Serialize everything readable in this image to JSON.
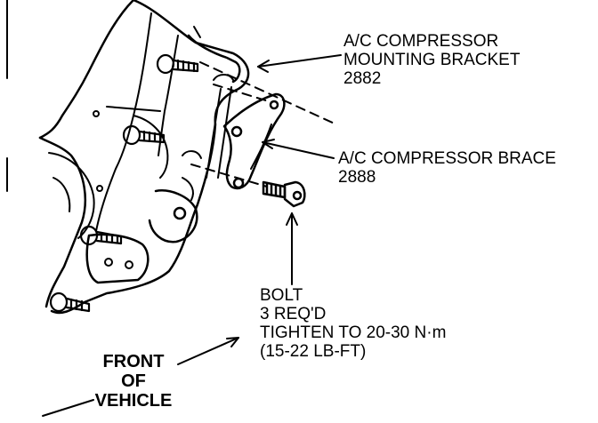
{
  "labels": {
    "bracket": {
      "line1": "A/C COMPRESSOR",
      "line2": "MOUNTING BRACKET",
      "line3": "2882"
    },
    "brace": {
      "line1": "A/C COMPRESSOR BRACE",
      "line2": "2888"
    },
    "bolt": {
      "line1": "BOLT",
      "line2": "3 REQ'D",
      "line3": "TIGHTEN TO 20-30 N·m",
      "line4": "(15-22 LB-FT)"
    },
    "front": {
      "line1": "FRONT",
      "line2": "OF",
      "line3": "VEHICLE"
    }
  }
}
